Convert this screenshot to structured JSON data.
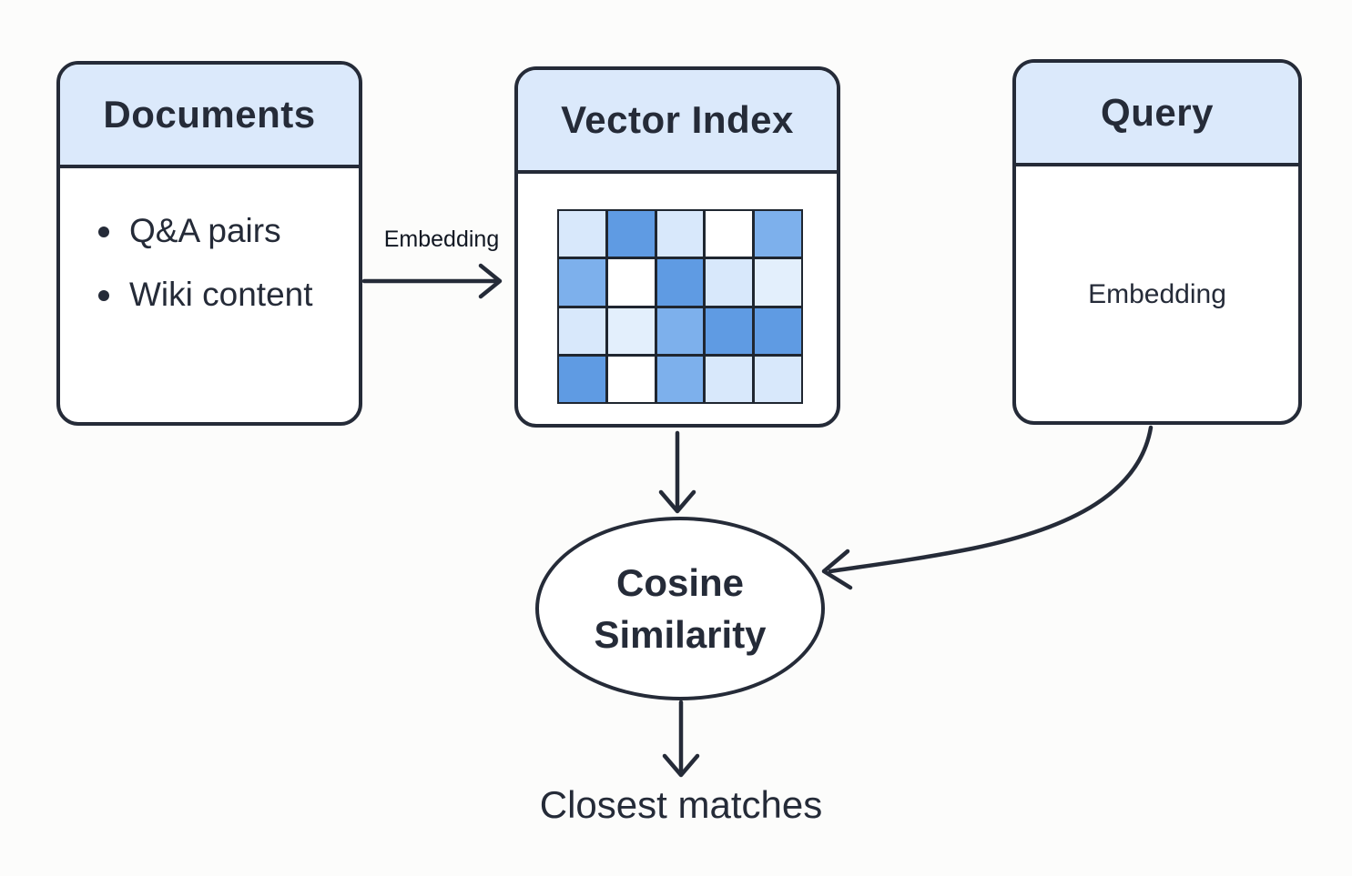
{
  "colors": {
    "ink": "#252b38",
    "header_blue": "#dbe9fb",
    "background": "#fcfcfb"
  },
  "boxes": {
    "documents": {
      "title": "Documents",
      "items": [
        "Q&A pairs",
        "Wiki content"
      ]
    },
    "vector_index": {
      "title": "Vector Index"
    },
    "query": {
      "title": "Query",
      "body": "Embedding"
    }
  },
  "edges": {
    "documents_to_vector_label": "Embedding"
  },
  "cosine_node": {
    "line1": "Cosine",
    "line2": "Similarity"
  },
  "output": {
    "closest_matches": "Closest matches"
  },
  "vector_grid": {
    "rows": 4,
    "cols": 5,
    "palette": {
      "w": "#ffffff",
      "l1": "#e3effc",
      "l2": "#d8e8fb",
      "m": "#7db0ec",
      "d": "#5f9be3"
    },
    "cells": [
      [
        "l2",
        "d",
        "l2",
        "w",
        "m"
      ],
      [
        "m",
        "w",
        "d",
        "l2",
        "l1"
      ],
      [
        "l2",
        "l1",
        "m",
        "d",
        "d"
      ],
      [
        "d",
        "w",
        "m",
        "l2",
        "l2"
      ]
    ]
  }
}
